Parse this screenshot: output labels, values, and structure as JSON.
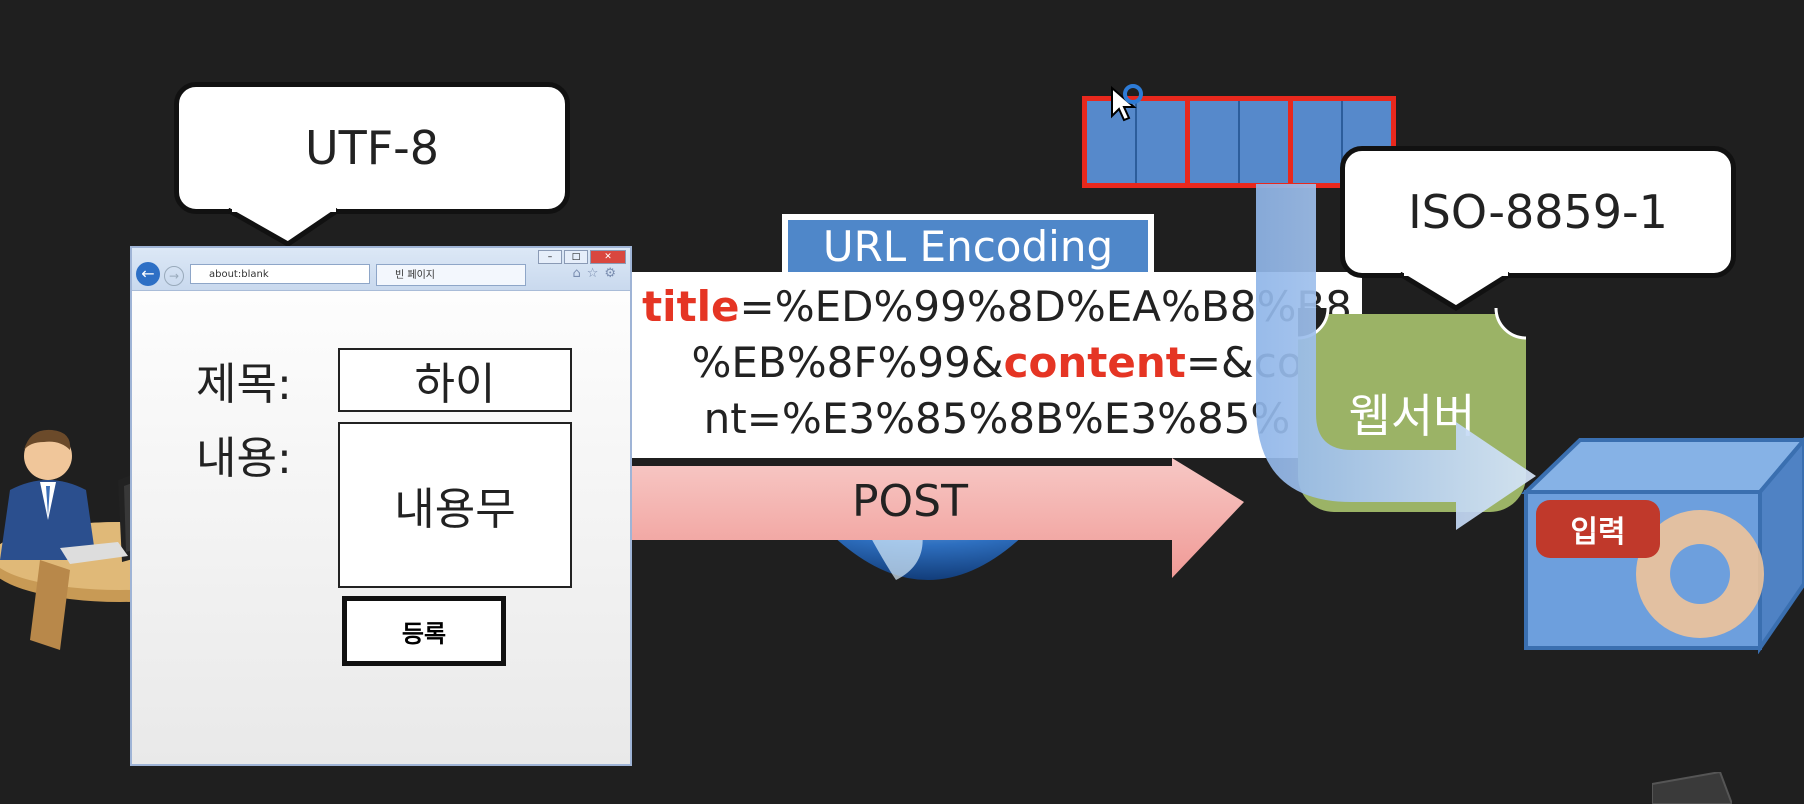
{
  "bubbles": {
    "client_encoding": "UTF-8",
    "server_encoding": "ISO-8859-1"
  },
  "browser": {
    "address": "about:blank",
    "tab_label": "빈 페이지",
    "form": {
      "title_label": "제목:",
      "title_value": "하이",
      "content_label": "내용:",
      "content_value": "내용무",
      "submit_label": "등록"
    }
  },
  "encoding": {
    "label": "URL Encoding",
    "line1_key": "title",
    "line1_rest": "=%ED%99%8D%EA%B8%B8",
    "line2_pre": "%EB%8F%99&",
    "line2_key": "content",
    "line2_rest": "=&co",
    "line3": "nt=%E3%85%8B%E3%85%"
  },
  "request": {
    "method": "POST"
  },
  "server": {
    "label": "웹서버",
    "input_tag": "입력"
  },
  "colors": {
    "background": "#1f1f1f",
    "accent_red": "#e53524",
    "blue": "#4f87c9",
    "server_green": "#9bb366",
    "arrow_pink": "#f4b6b3"
  }
}
